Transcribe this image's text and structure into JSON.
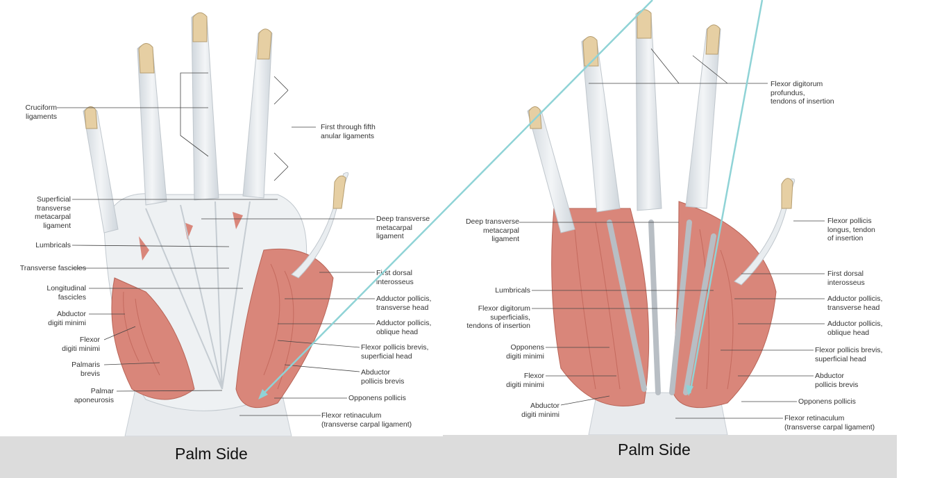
{
  "captions": {
    "left": "Palm Side",
    "right": "Palm Side"
  },
  "left_labels": [
    "Cruciform\nligaments",
    "First through fifth\nanular ligaments",
    "Superficial\ntransverse\nmetacarpal\nligament",
    "Lumbricals",
    "Transverse fascicles",
    "Longitudinal\nfascicles",
    "Abductor\ndigiti minimi",
    "Flexor\ndigiti minimi",
    "Palmaris\nbrevis",
    "Palmar\naponeurosis",
    "Deep transverse\nmetacarpal\nligament",
    "First dorsal\ninterosseus",
    "Adductor pollicis,\ntransverse head",
    "Adductor pollicis,\noblique head",
    "Flexor pollicis brevis,\nsuperficial head",
    "Abductor\npollicis brevis",
    "Opponens pollicis",
    "Flexor retinaculum\n(transverse carpal ligament)"
  ],
  "right_labels": [
    "Flexor digitorum\nprofundus,\ntendons of insertion",
    "Deep transverse\nmetacarpal\nligament",
    "Flexor pollicis\nlongus, tendon\nof insertion",
    "First dorsal\ninterosseus",
    "Lumbricals",
    "Adductor pollicis,\ntransverse head",
    "Flexor digitorum\nsuperficialis,\ntendons of insertion",
    "Adductor pollicis,\noblique head",
    "Opponens\ndigiti minimi",
    "Flexor pollicis brevis,\nsuperficial head",
    "Flexor\ndigiti minimi",
    "Abductor\npollicis brevis",
    "Abductor\ndigiti minimi",
    "Opponens pollicis",
    "Flexor retinaculum\n(transverse carpal ligament)"
  ],
  "colors": {
    "muscle": "#d9867a",
    "muscle_dark": "#c46a5e",
    "bone": "#e6cfa3",
    "ligament": "#e9edf0",
    "tendon": "#c9ced3",
    "pointer": "#8fd3d6",
    "leader": "#444444"
  }
}
